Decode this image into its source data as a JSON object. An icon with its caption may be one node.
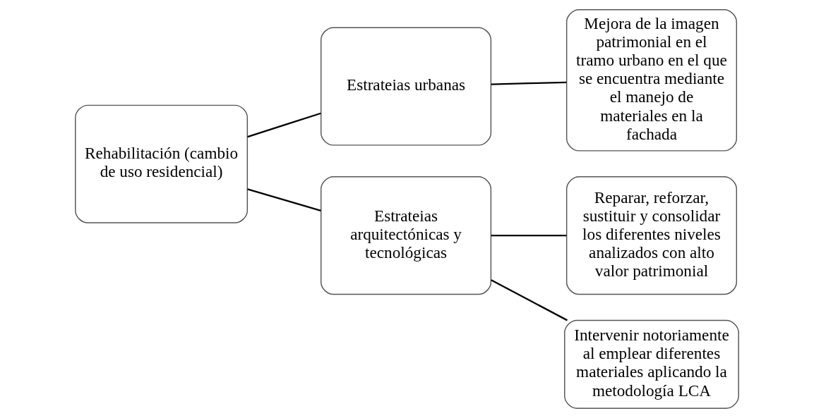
{
  "diagram": {
    "nodes": [
      {
        "text": [
          "Rehabilitación (cambio de uso residencial)"
        ]
      },
      {
        "text": [
          "Estrateias urbanas"
        ]
      },
      {
        "text": [
          "Estrateias arquitectónicas y tecnológicas"
        ]
      },
      {
        "text": [
          "Mejora de la imagen patrimonial en el tramo urbano en el que se encuentra mediante el manejo de materiales en la fachada"
        ]
      },
      {
        "text": [
          "Reparar, reforzar, sustituir y consolidar los diferentes niveles analizados con alto valor patrimonial"
        ]
      },
      {
        "text": [
          "Intervenir notoriamente al emplear diferentes materiales aplicando la metodología LCA"
        ]
      }
    ],
    "edges": [
      {
        "from": 0,
        "to": 1,
        "arrow": "none"
      },
      {
        "from": 0,
        "to": 2,
        "arrow": "none"
      },
      {
        "from": 1,
        "to": 3,
        "arrow": "none"
      },
      {
        "from": 2,
        "to": 4,
        "arrow": "none"
      },
      {
        "from": 2,
        "to": 5,
        "arrow": "none"
      }
    ]
  }
}
